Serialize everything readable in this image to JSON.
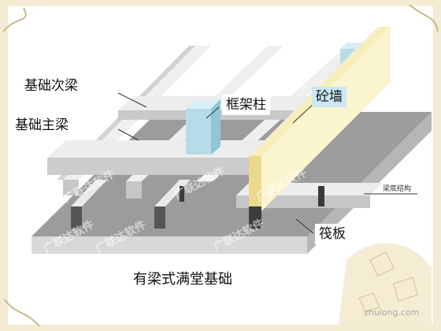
{
  "labels": {
    "secondary_beam": "基础次梁",
    "main_beam": "基础主梁",
    "frame_column": "框架柱",
    "concrete_wall": "砼墙",
    "raft_slab": "筏板",
    "title": "有梁式满堂基础",
    "beam_bottom_structure": "梁底结构"
  },
  "watermark": "广联达软件",
  "site_mark": "zhulong.com",
  "colors": {
    "frame_border": "#efe6c6",
    "slab_top": "#9c9c9c",
    "slab_front": "#d8d8d8",
    "beam_top": "#e6e6e6",
    "beam_side": "#c4c4c4",
    "column": "#b6dce8",
    "wall": "#f6eebb"
  }
}
